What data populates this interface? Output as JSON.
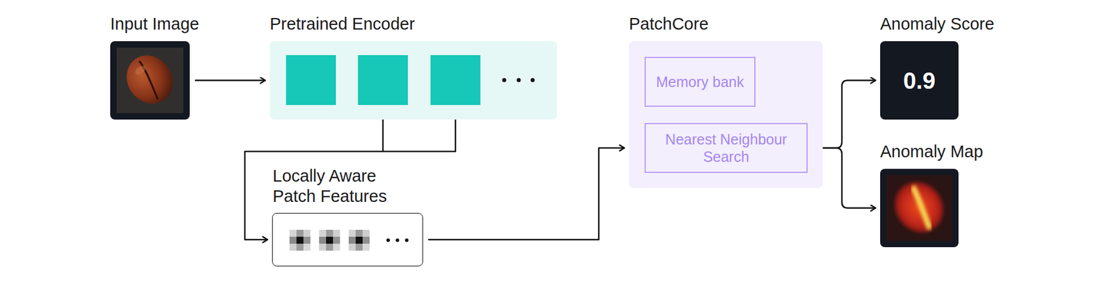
{
  "diagram": {
    "nodes": [
      {
        "text": [
          "Input Image"
        ]
      },
      {
        "text": [
          "Pretrained Encoder"
        ]
      },
      {
        "text": [
          "Locally Aware Patch Features"
        ]
      },
      {
        "text": [
          "PatchCore"
        ]
      },
      {
        "text": [
          "Memory bank"
        ],
        "in": 3
      },
      {
        "text": [
          "Nearest Neighbour Search"
        ],
        "in": 3
      },
      {
        "text": [
          "Anomaly Score",
          "0.9"
        ]
      },
      {
        "text": [
          "Anomaly Map"
        ]
      }
    ],
    "edges": [
      {
        "from": 0,
        "to": 1,
        "arrow": "to"
      },
      {
        "from": 1,
        "to": 2,
        "arrow": "to"
      },
      {
        "from": 2,
        "to": 3,
        "arrow": "to"
      },
      {
        "from": 4,
        "to": 5,
        "arrow": "to"
      },
      {
        "from": 3,
        "to": 6,
        "arrow": "to"
      },
      {
        "from": 3,
        "to": 7,
        "arrow": "to"
      }
    ]
  }
}
